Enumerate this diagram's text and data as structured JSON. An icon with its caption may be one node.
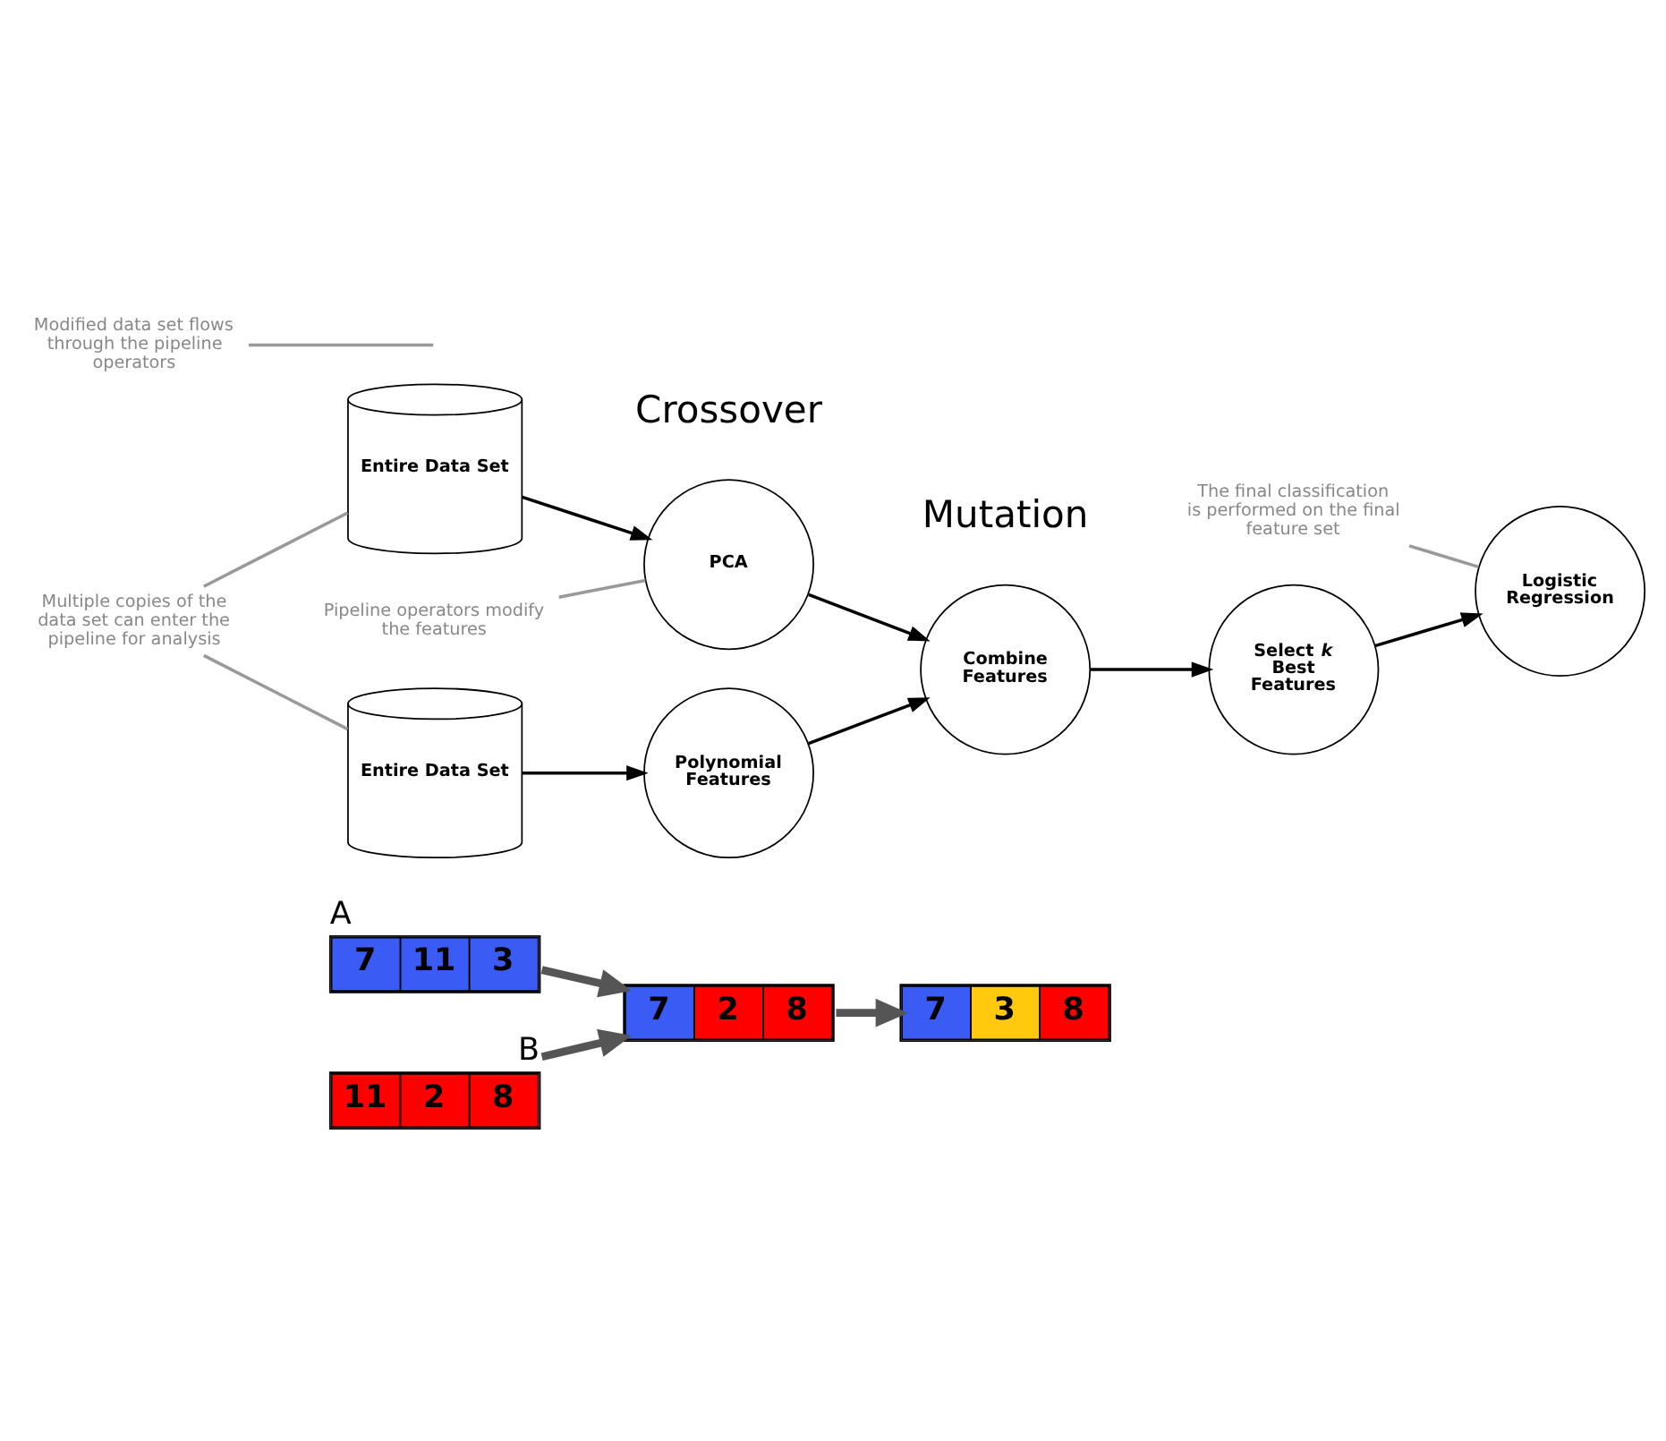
{
  "diagram": {
    "nodes": [
      {
        "text": [
          "7",
          "11",
          "3"
        ],
        "beside": [
          "A"
        ]
      },
      {
        "text": [
          "11",
          "2",
          "8"
        ],
        "beside": [
          "B"
        ]
      },
      {
        "text": [
          "7",
          "2",
          "8"
        ]
      },
      {
        "text": [
          "7",
          "3",
          "8"
        ]
      },
      {
        "text": [
          "Entire Data Set"
        ]
      },
      {
        "text": [
          "PCA"
        ]
      },
      {
        "text": [
          "Pipeline operators modify the features"
        ]
      },
      {
        "text": [
          "The final classification is performed on the final feature set"
        ]
      },
      {
        "text": [
          "Multiple copies of the data set can enter the pipeline for analysis"
        ]
      },
      {
        "text": [
          "Combine Features"
        ]
      },
      {
        "text": [
          "Select *k* Best Features"
        ]
      },
      {
        "text": [
          "Logistic Regression"
        ]
      },
      {
        "text": [
          "Entire Data Set"
        ]
      },
      {
        "text": [
          "Polynomial Features"
        ]
      },
      {
        "text": [
          "Modified data set flows through the pipeline operators"
        ]
      }
    ],
    "edges": [
      {
        "from": 0,
        "to": 2,
        "arrow": "to",
        "style": "thick",
        "color": "#555555"
      },
      {
        "from": 1,
        "to": 2,
        "arrow": "to",
        "style": "thick",
        "color": "#555555"
      },
      {
        "from": 2,
        "to": 3,
        "arrow": "to",
        "style": "thick",
        "color": "#555555"
      },
      {
        "from": 4,
        "to": 5,
        "arrow": "to"
      },
      {
        "from": 5,
        "to": 9,
        "arrow": "to"
      },
      {
        "from": 12,
        "to": 13,
        "arrow": "to"
      },
      {
        "from": 13,
        "to": 9,
        "arrow": "to"
      },
      {
        "from": 9,
        "to": 10,
        "arrow": "to"
      },
      {
        "from": 10,
        "to": 11,
        "arrow": "to"
      },
      {
        "from": 6,
        "to": 5,
        "arrow": "none",
        "color": "#999999"
      },
      {
        "from": 7,
        "to": 11,
        "arrow": "none",
        "color": "#999999"
      },
      {
        "from": 8,
        "to": 4,
        "arrow": "none",
        "color": "#999999"
      },
      {
        "from": 8,
        "to": 12,
        "arrow": "none",
        "color": "#999999"
      },
      {
        "from": 14,
        "to": null,
        "arrow": "none",
        "color": "#999999"
      }
    ],
    "labels": [
      "Crossover",
      "Mutation"
    ]
  }
}
